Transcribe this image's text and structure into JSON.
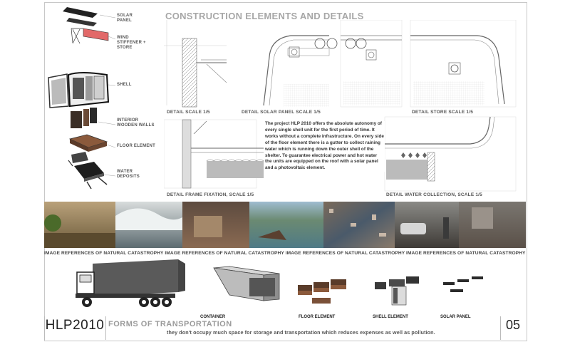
{
  "title": "CONSTRUCTION ELEMENTS AND DETAILS",
  "components": {
    "solar_panel": "SOLAR PANEL",
    "wind_stiffener": "WIND STIFFENER + STORE",
    "shell": "SHELL",
    "interior_walls": "INTERIOR WOODEN WALLS",
    "floor_element": "FLOOR ELEMENT",
    "water_deposits": "WATER DEPOSITS"
  },
  "details": {
    "scale": "DETAIL SCALE 1/5",
    "solar_panel_scale": "DETAIL SOLAR PANEL SCALE 1/5",
    "store_scale": "DETAIL STORE SCALE 1/5",
    "frame_fixation": "DETAIL FRAME FIXATION, SCALE 1/5",
    "water_collection": "DETAIL WATER COLLECTION, SCALE 1/5"
  },
  "description": "The project HLP 2010 offers the absolute autonomy of every single shell unit for the first period of time. It works without a complete infrastructure. On every side of the floor element there is a gutter to collect raining water which is running down the outer shell of the shelter. To guarantee electrical power and hot water the units are equipped on the roof with a solar panel and a photovoltaic element.",
  "reference_caption": "IMAGE REFERENCES OF NATURAL CATASTROPHY IMAGE REFERENCES OF NATURAL CATASTROPHY IMAGE REFERENCES OF NATURAL CATASTROPHY IMAGE REFERENCES OF NATURAL CATASTROPHY",
  "transport": {
    "container": "CONTAINER",
    "floor_element": "FLOOR ELEMENT",
    "shell_element": "SHELL ELEMENT",
    "solar_panel": "SOLAR PANEL"
  },
  "footer": {
    "brand": "HLP2010",
    "section_title": "FORMS OF TRANSPORTATION",
    "text": "they don't occupy much space for storage and transportation which reduces expenses as well as pollution.",
    "page_number": "05"
  },
  "colors": {
    "accent_red": "#d9534f",
    "title_grey": "#a7a7a7"
  }
}
